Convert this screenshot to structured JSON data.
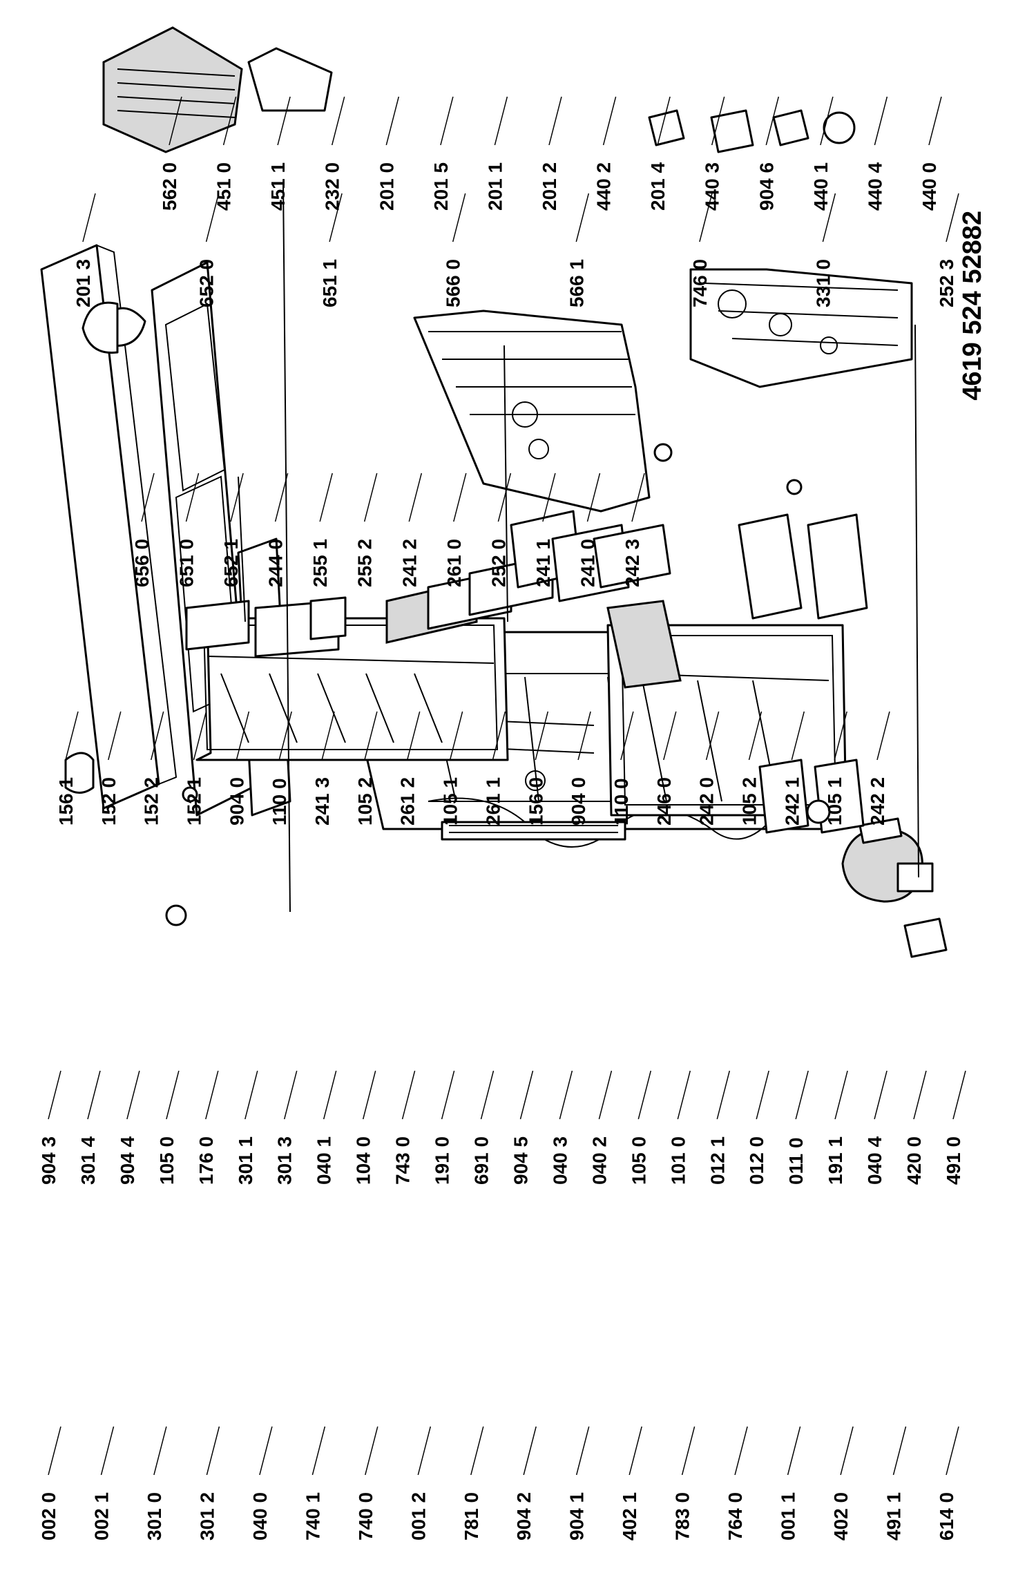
{
  "document_number": "4619 524 52882",
  "label_columns": [
    [
      "002 0",
      "002 1",
      "301 0",
      "301 2",
      "040 0",
      "740 1",
      "740 0",
      "001 2",
      "781 0",
      "904 2",
      "904 1",
      "402 1",
      "783 0",
      "764 0",
      "001 1",
      "402 0",
      "491 1",
      "614 0"
    ],
    [
      "904 3",
      "301 4",
      "904 4",
      "105 0",
      "176 0",
      "301 1",
      "301 3",
      "040 1",
      "104 0",
      "743 0",
      "191 0",
      "691 0",
      "904 5",
      "040 3",
      "040 2",
      "105 0",
      "101 0",
      "012 1",
      "012 0",
      "011 0",
      "191 1",
      "040 4",
      "420 0",
      "491 0"
    ],
    [
      "156 1",
      "152 0",
      "152 2",
      "152 1",
      "904 0",
      "110 0",
      "241 3",
      "105 2",
      "261 2",
      "105 1",
      "261 1",
      "156 0",
      "904 0",
      "110 0",
      "246 0",
      "242 0",
      "105 2",
      "242 1",
      "105 1",
      "242 2"
    ],
    [
      "656 0",
      "651 0",
      "652 1",
      "244 0",
      "255 1",
      "255 2",
      "241 2",
      "261 0",
      "252 0",
      "241 1",
      "241 0",
      "242 3"
    ],
    [
      "201 3",
      "652 0",
      "651 1",
      "566 0",
      "566 1",
      "746 0",
      "331 0",
      "252 3"
    ],
    [
      "562 0",
      "451 0",
      "451 1",
      "232 0",
      "201 0",
      "201 5",
      "201 1",
      "201 2",
      "440 2",
      "201 4",
      "440 3",
      "904 6",
      "440 1",
      "440 4",
      "440 0"
    ]
  ]
}
